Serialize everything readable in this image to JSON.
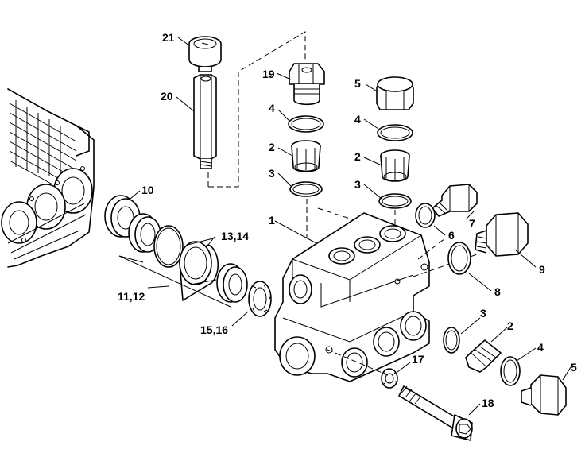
{
  "callouts": [
    {
      "id": "lbl-21",
      "text": "21"
    },
    {
      "id": "lbl-20",
      "text": "20"
    },
    {
      "id": "lbl-19",
      "text": "19"
    },
    {
      "id": "lbl-4a",
      "text": "4"
    },
    {
      "id": "lbl-2a",
      "text": "2"
    },
    {
      "id": "lbl-3a",
      "text": "3"
    },
    {
      "id": "lbl-5a",
      "text": "5"
    },
    {
      "id": "lbl-4b",
      "text": "4"
    },
    {
      "id": "lbl-2b",
      "text": "2"
    },
    {
      "id": "lbl-3b",
      "text": "3"
    },
    {
      "id": "lbl-10",
      "text": "10"
    },
    {
      "id": "lbl-1",
      "text": "1"
    },
    {
      "id": "lbl-13-14",
      "text": "13,14"
    },
    {
      "id": "lbl-7",
      "text": "7"
    },
    {
      "id": "lbl-6",
      "text": "6"
    },
    {
      "id": "lbl-9",
      "text": "9"
    },
    {
      "id": "lbl-8",
      "text": "8"
    },
    {
      "id": "lbl-11-12",
      "text": "11,12"
    },
    {
      "id": "lbl-15-16",
      "text": "15,16"
    },
    {
      "id": "lbl-3c",
      "text": "3"
    },
    {
      "id": "lbl-2c",
      "text": "2"
    },
    {
      "id": "lbl-4c",
      "text": "4"
    },
    {
      "id": "lbl-5c",
      "text": "5"
    },
    {
      "id": "lbl-17",
      "text": "17"
    },
    {
      "id": "lbl-18",
      "text": "18"
    }
  ]
}
